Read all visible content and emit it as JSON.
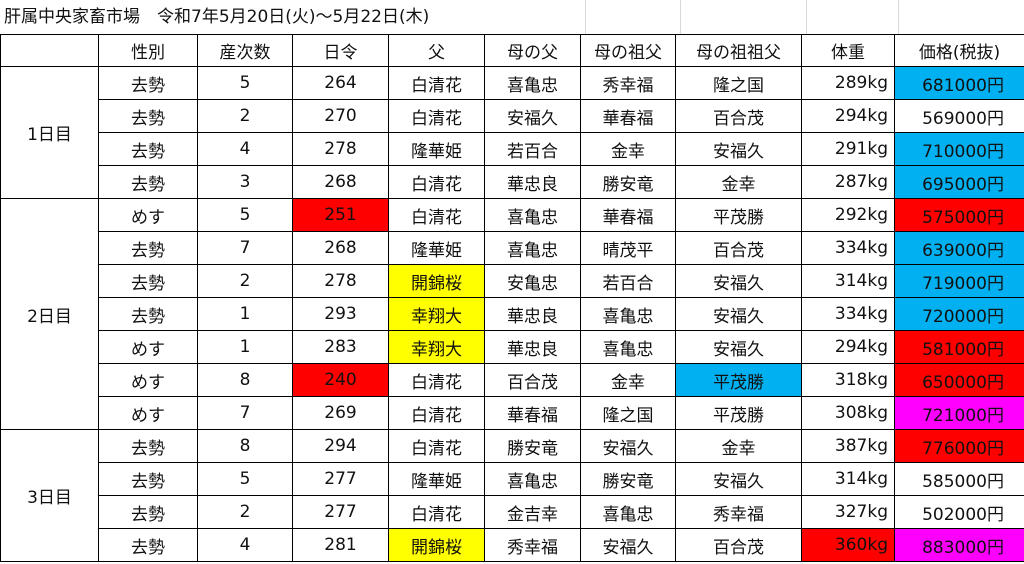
{
  "title": "肝属中央家畜市場　令和7年5月20日(火)～5月22日(木)",
  "colors": {
    "red": "#ff0000",
    "blue": "#00b0f0",
    "yellow": "#ffff00",
    "magenta": "#ff00ff",
    "white": "#ffffff"
  },
  "headers": [
    "性別",
    "産次数",
    "日令",
    "父",
    "母の父",
    "母の祖父",
    "母の祖祖父",
    "体重",
    "価格(税抜)"
  ],
  "groups": [
    {
      "label": "1日目",
      "rows": [
        {
          "cells": [
            "去勢",
            "5",
            "264",
            "白清花",
            "喜亀忠",
            "秀幸福",
            "隆之国",
            "289kg",
            "681000円"
          ],
          "fills": {
            "8": "blue"
          }
        },
        {
          "cells": [
            "去勢",
            "2",
            "270",
            "白清花",
            "安福久",
            "華春福",
            "百合茂",
            "294kg",
            "569000円"
          ],
          "fills": {}
        },
        {
          "cells": [
            "去勢",
            "4",
            "278",
            "隆華姫",
            "若百合",
            "金幸",
            "安福久",
            "291kg",
            "710000円"
          ],
          "fills": {
            "8": "blue"
          }
        },
        {
          "cells": [
            "去勢",
            "3",
            "268",
            "白清花",
            "華忠良",
            "勝安竜",
            "金幸",
            "287kg",
            "695000円"
          ],
          "fills": {
            "8": "blue"
          }
        }
      ]
    },
    {
      "label": "2日目",
      "rows": [
        {
          "cells": [
            "めす",
            "5",
            "251",
            "白清花",
            "喜亀忠",
            "華春福",
            "平茂勝",
            "292kg",
            "575000円"
          ],
          "fills": {
            "2": "red",
            "8": "red"
          }
        },
        {
          "cells": [
            "去勢",
            "7",
            "268",
            "隆華姫",
            "喜亀忠",
            "晴茂平",
            "百合茂",
            "334kg",
            "639000円"
          ],
          "fills": {
            "8": "blue"
          }
        },
        {
          "cells": [
            "去勢",
            "2",
            "278",
            "開錦桜",
            "安亀忠",
            "若百合",
            "安福久",
            "314kg",
            "719000円"
          ],
          "fills": {
            "3": "yellow",
            "8": "blue"
          }
        },
        {
          "cells": [
            "去勢",
            "1",
            "293",
            "幸翔大",
            "華忠良",
            "喜亀忠",
            "安福久",
            "334kg",
            "720000円"
          ],
          "fills": {
            "3": "yellow",
            "8": "blue"
          }
        },
        {
          "cells": [
            "めす",
            "1",
            "283",
            "幸翔大",
            "華忠良",
            "喜亀忠",
            "安福久",
            "294kg",
            "581000円"
          ],
          "fills": {
            "3": "yellow",
            "8": "red"
          }
        },
        {
          "cells": [
            "めす",
            "8",
            "240",
            "白清花",
            "百合茂",
            "金幸",
            "平茂勝",
            "318kg",
            "650000円"
          ],
          "fills": {
            "2": "red",
            "6": "blue",
            "8": "red"
          }
        },
        {
          "cells": [
            "めす",
            "7",
            "269",
            "白清花",
            "華春福",
            "隆之国",
            "平茂勝",
            "308kg",
            "721000円"
          ],
          "fills": {
            "8": "magenta"
          }
        }
      ]
    },
    {
      "label": "3日目",
      "rows": [
        {
          "cells": [
            "去勢",
            "8",
            "294",
            "白清花",
            "勝安竜",
            "安福久",
            "金幸",
            "387kg",
            "776000円"
          ],
          "fills": {
            "8": "red"
          }
        },
        {
          "cells": [
            "去勢",
            "5",
            "277",
            "隆華姫",
            "喜亀忠",
            "勝安竜",
            "安福久",
            "314kg",
            "585000円"
          ],
          "fills": {}
        },
        {
          "cells": [
            "去勢",
            "2",
            "277",
            "白清花",
            "金吉幸",
            "喜亀忠",
            "秀幸福",
            "327kg",
            "502000円"
          ],
          "fills": {}
        },
        {
          "cells": [
            "去勢",
            "4",
            "281",
            "開錦桜",
            "秀幸福",
            "安福久",
            "百合茂",
            "360kg",
            "883000円"
          ],
          "fills": {
            "3": "yellow",
            "7": "red",
            "8": "magenta"
          }
        }
      ]
    }
  ]
}
